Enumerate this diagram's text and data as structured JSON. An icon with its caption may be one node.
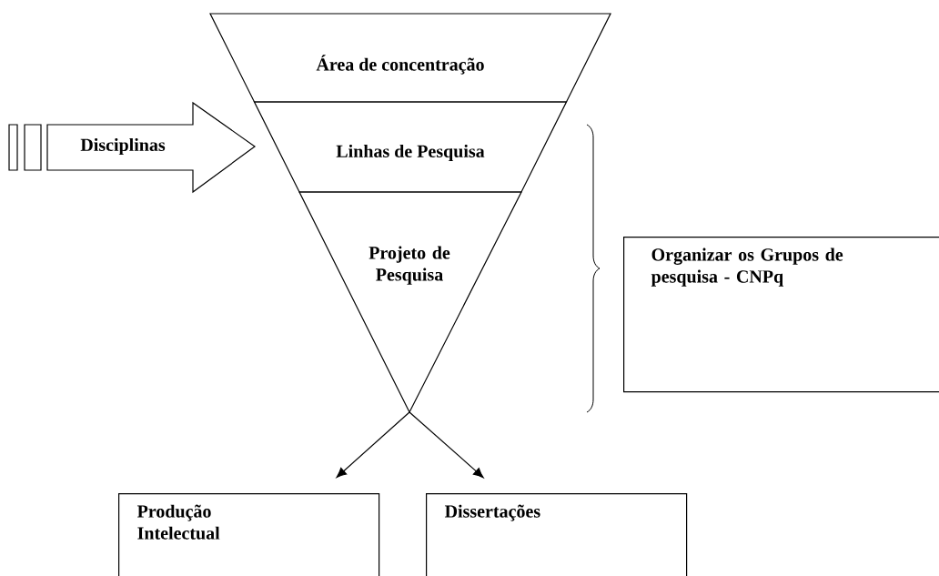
{
  "diagram": {
    "nodes": [
      {
        "text": [
          "Área de concentração"
        ]
      },
      {
        "text": [
          "Linhas de Pesquisa"
        ]
      },
      {
        "text": [
          "Projeto de Pesquisa"
        ]
      },
      {
        "text": [
          "Disciplinas"
        ]
      },
      {
        "text": [
          "Organizar os Grupos de pesquisa - CNPq"
        ]
      },
      {
        "text": [
          "Produção Intelectual"
        ]
      },
      {
        "text": [
          "Dissertações"
        ]
      }
    ],
    "edges": [
      {
        "from": 2,
        "to": 5,
        "arrow": "to"
      },
      {
        "from": 2,
        "to": 6,
        "arrow": "to"
      }
    ]
  }
}
